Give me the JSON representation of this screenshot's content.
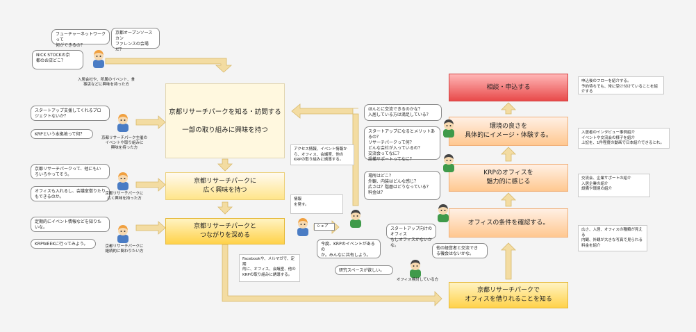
{
  "colors": {
    "arrow": "#f3dca2",
    "arrow_edge": "#d8b86a",
    "red": "#e84a4a",
    "orange": "#ffc890",
    "yellow": "#ffd24a"
  },
  "boxes": {
    "research_park": "京都リサーチパークを知る・訪問する\n\n一部の取り組みに興味を持つ",
    "wide_interest": "京都リサーチパークに\n広く興味を持つ",
    "deepen": "京都リサーチパークと\nつながりを深める",
    "office_know": "京都リサーチパークで\nオフィスを借りれることを知る",
    "contact": "相談・申込する",
    "environment": "環境の良さを\n具体的にイメージ・体験する。",
    "attractive": "KRPのオフィスを\n魅力的に感じる",
    "conditions": "オフィスの条件を確認する。"
  },
  "bubbles": {
    "q_feature": "フューチャーネットワークって\n何ができるの？",
    "q_osc": "京都オープンソースカン\nファレンスの会場だ？",
    "q_nick": "NICK STOCKの京\n都のお店どこ？",
    "q_startup": "スタートアップ支援してくれるプロ\nジェクトないか？",
    "q_krp": "KRPという本拠地って何？",
    "q_what": "京都リサーチパークって、他にもい\nろいろやってそう。",
    "q_office": "オフィスも入れるし、会議室借りたり\nもできるのか。",
    "q_event": "定期的にイベント情報などを知りた\nいな。",
    "q_week": "KRPWEEKに行ってみよう。",
    "q_start_office": "スタートアップ向けのオフィス\nもしオフィスかないかな。",
    "q_lab": "研究スペースが欲しい。",
    "q_other": "他の経営者と交流でき\nる機会はないかな。",
    "q_where": "場所はどこ？\n外観、内装はどんな感じ？\n広さは？階層はどうなっている？\n料金は？",
    "q_merit": "スタートアップになるとメリットあるの？\nリサーチパークって何？\nどんな会社が入っているの？\n交流会ってなに？\n設備サポートってなに？",
    "q_real": "ほんとに交流できるのかな？\n入居している方は満足している？",
    "q_meeting": "今度、KRPのイベントがあるの\nか。みんなに共有しよう。"
  },
  "captions": {
    "p1": "入居会社や、所属のイベント、食\n事店などに興味を持った方",
    "p2": "京都リサーチパーク主催の\nイベントや取り組みに\n興味を持った方",
    "p3": "京都リサーチパークに\n広く興味を持った方",
    "p4": "京都リサーチパークに\n継続的に関わりたい方",
    "p5": "オフィス検討している方"
  },
  "notes": {
    "n_access": "アクセス情報、イベント情報か\nら、オフィス、会議室、他の\nKRPの取り組みに誘導する。",
    "n_info": "情報\nを発す。",
    "n_facebook": "Facebookや、メルマガで、定期\n的に、オフィス、会議室、他の\nKRPの取り組みに誘導する。",
    "n_flow": "申込後のフローを紹介する。\n予約待ちでも、常に受け付けていることを紹介する",
    "n_interview": "入居者のインタビュー事例紹介\nイベントや交流会の様子を紹介\n上記を、1件程度の動画で日本紹介できるとれ。",
    "n_support": "交流会、企業サポートの紹介\n入居企業の紹介\n設備や環境の紹介",
    "n_size": "広さ、入居、オフィスの種類が見える\n内観、外観が大きな写真で見られる\n料金を紹介"
  },
  "tags": {
    "share": "シェア"
  }
}
